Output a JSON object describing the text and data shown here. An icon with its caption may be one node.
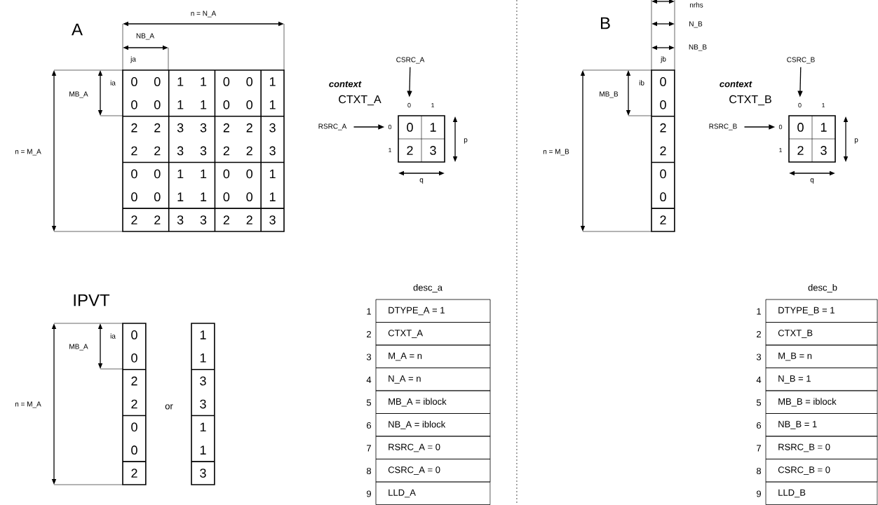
{
  "diagram": {
    "nodes": [
      {
        "text": [
          "CSRC_A"
        ]
      },
      {
        "text": [
          "0"
        ]
      },
      {
        "text": [
          "RSRC_A"
        ]
      },
      {
        "text": [
          "0"
        ]
      },
      {
        "text": [
          "CSRC_B"
        ]
      },
      {
        "text": [
          "0"
        ]
      },
      {
        "text": [
          "RSRC_B"
        ]
      },
      {
        "text": [
          "0"
        ]
      }
    ],
    "edges": [
      {
        "from": 0,
        "to": 1,
        "arrow": "to"
      },
      {
        "from": 2,
        "to": 3,
        "arrow": "to"
      },
      {
        "from": 4,
        "to": 5,
        "arrow": "to"
      },
      {
        "from": 6,
        "to": 7,
        "arrow": "to"
      }
    ],
    "labels": [
      "A",
      "n = N_A",
      "NB_A",
      "ja",
      "ia",
      "MB_A",
      "n = M_A",
      "0",
      "0",
      "1",
      "1",
      "0",
      "0",
      "1",
      "0",
      "0",
      "1",
      "1",
      "0",
      "0",
      "1",
      "2",
      "2",
      "3",
      "3",
      "2",
      "2",
      "3",
      "2",
      "2",
      "3",
      "3",
      "2",
      "2",
      "3",
      "0",
      "0",
      "1",
      "1",
      "0",
      "0",
      "1",
      "0",
      "0",
      "1",
      "1",
      "0",
      "0",
      "1",
      "2",
      "2",
      "3",
      "3",
      "2",
      "2",
      "3",
      "context",
      "CTXT_A",
      "1",
      "1",
      "0",
      "1",
      "2",
      "3",
      "p",
      "q",
      "B",
      "nrhs",
      "N_B",
      "NB_B",
      "jb",
      "ib",
      "MB_B",
      "n = M_B",
      "0",
      "0",
      "2",
      "2",
      "0",
      "0",
      "2",
      "context",
      "CTXT_B",
      "1",
      "1",
      "0",
      "1",
      "2",
      "3",
      "p",
      "q",
      "IPVT",
      "ia",
      "MB_A",
      "n = M_A",
      "0",
      "0",
      "2",
      "2",
      "0",
      "0",
      "2",
      "or",
      "1",
      "1",
      "3",
      "3",
      "1",
      "1",
      "3",
      "desc_a",
      "1",
      "DTYPE_A = 1",
      "2",
      "CTXT_A",
      "3",
      "M_A = n",
      "4",
      "N_A = n",
      "5",
      "MB_A = iblock",
      "6",
      "NB_A = iblock",
      "7",
      "RSRC_A = 0",
      "8",
      "CSRC_A = 0",
      "9",
      "LLD_A",
      "desc_b",
      "1",
      "DTYPE_B = 1",
      "2",
      "CTXT_B",
      "3",
      "M_B = n",
      "4",
      "N_B = 1",
      "5",
      "MB_B = iblock",
      "6",
      "NB_B = 1",
      "7",
      "RSRC_B = 0",
      "8",
      "CSRC_B = 0",
      "9",
      "LLD_B"
    ]
  }
}
